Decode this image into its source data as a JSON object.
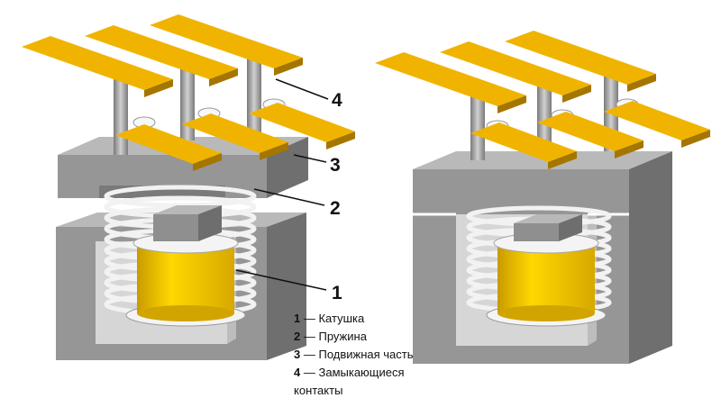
{
  "callouts": {
    "n1": "1",
    "n2": "2",
    "n3": "3",
    "n4": "4"
  },
  "legend": {
    "items": [
      {
        "number": "1",
        "dash": "—",
        "text": "Катушка"
      },
      {
        "number": "2",
        "dash": "—",
        "text": "Пружина"
      },
      {
        "number": "3",
        "dash": "—",
        "text": "Подвижная часть"
      },
      {
        "number": "4",
        "dash": "—",
        "text": "Замыкающиеся"
      }
    ],
    "continuation": "контакты"
  },
  "colors": {
    "contact_bar": "#e3a908",
    "core": "#8f8f8f",
    "coil": "#f2c200",
    "spring": "#e8e8e8"
  }
}
